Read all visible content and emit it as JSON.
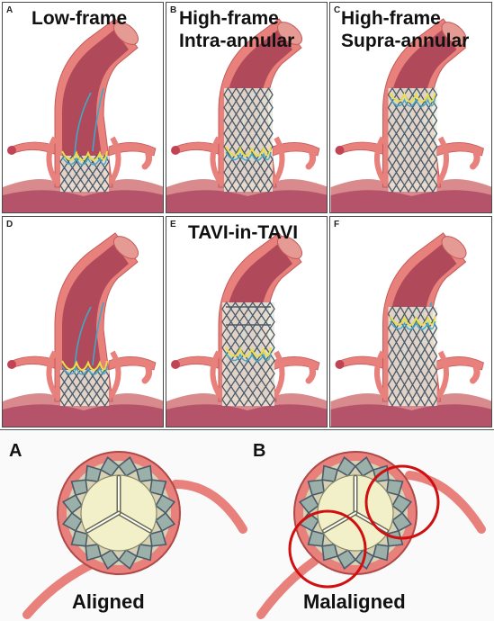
{
  "panels": [
    {
      "letter": "A",
      "title": [
        "Low-frame"
      ]
    },
    {
      "letter": "B",
      "title": [
        "High-frame",
        "Intra-annular"
      ]
    },
    {
      "letter": "C",
      "title": [
        "High-frame",
        "Supra-annular"
      ]
    },
    {
      "letter": "D",
      "title": []
    },
    {
      "letter": "E",
      "title": [
        "TAVI-in-TAVI"
      ]
    },
    {
      "letter": "F",
      "title": []
    }
  ],
  "bottom": {
    "left": {
      "letter": "A",
      "label": "Aligned"
    },
    "right": {
      "letter": "B",
      "label": "Malaligned"
    }
  },
  "colors": {
    "aorta_wall": "#e8807c",
    "aorta_inner": "#b04a5a",
    "stent": "#4a5a6a",
    "leaflet": "#e8e04a",
    "coronary": "#3fa8c8",
    "valve_fill": "#f2f0c8",
    "highlight_circle": "#d01010"
  }
}
